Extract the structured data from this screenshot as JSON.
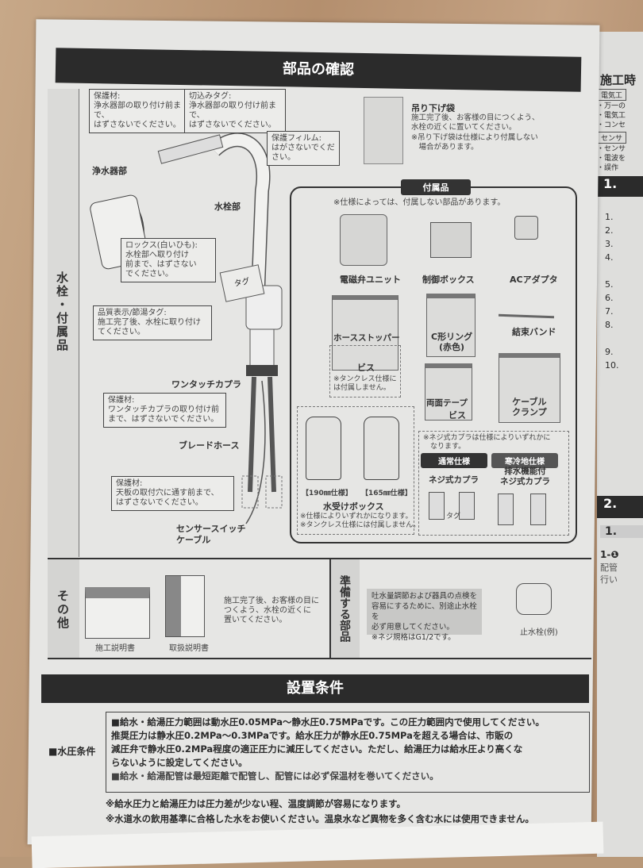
{
  "parts_check": {
    "title": "部品の確認",
    "side_label": "水栓・付属品",
    "callouts": {
      "protect_purifier": "保護材:\n浄水器部の取り付け前まで、\nはずさないでください。",
      "cut_tag": "切込みタグ:\n浄水器部の取り付け前まで、\nはずさないでください。",
      "protect_film": "保護フィルム:\nはがさないでください。",
      "rocks": "ロックス(白いひも):\n水栓部へ取り付け\n前まで、はずさない\nでください。",
      "quality_tag": "品質表示/節湯タグ:\n施工完了後、水栓に取り付け\nてください。",
      "protect_coupler": "保護材:\nワンタッチカプラの取り付け前\nまで、はずさないでください。",
      "protect_hole": "保護材:\n天板の取付穴に通す前まで、\nはずさないでください。"
    },
    "labels": {
      "purifier": "浄水器部",
      "faucet": "水栓部",
      "tag": "タグ",
      "one_touch_coupler": "ワンタッチカプラ",
      "braided_hose": "ブレードホース",
      "sensor_cable": "センサースイッチ\nケーブル"
    },
    "hanging_bag": {
      "title": "吊り下げ袋",
      "text": "施工完了後、お客様の目につくよう、\n水栓の近くに置いてください。",
      "note": "※吊り下げ袋は仕様により付属しない\n　場合があります。"
    }
  },
  "accessories": {
    "title": "付属品",
    "note": "※仕様によっては、付属しない部品があります。",
    "items": {
      "solenoid": "電磁弁ユニット",
      "control_box": "制御ボックス",
      "ac_adapter": "ACアダプタ",
      "hose_stopper": "ホースストッパー",
      "screw": "ビス",
      "tankless_note": "※タンクレス仕様に\nは付属しません。",
      "c_ring": "C形リング\n(赤色)",
      "cable_tie": "結束バンド",
      "double_tape": "両面テープ",
      "screw2": "ビス",
      "cable_clamp": "ケーブル\nクランプ",
      "box_190": "【190㎜仕様】",
      "box_165": "【165㎜仕様】",
      "water_box": "水受けボックス",
      "water_box_note": "※仕様によりいずれかになります。\n※タンクレス仕様には付属しません。",
      "coupler_note": "※ネジ式カプラは仕様によりいずれかに\n　なります。",
      "normal_spec": "通常仕様",
      "cold_spec": "寒冷地仕様",
      "screw_coupler": "ネジ式カプラ",
      "drain_coupler": "排水機能付\nネジ式カプラ",
      "tag": "タグ"
    }
  },
  "other": {
    "side_label": "その他",
    "install_manual": "施工説明書",
    "user_manual": "取扱説明書",
    "note": "施工完了後、お客様の目に\nつくよう、水栓の近くに\n置いてください。"
  },
  "prepare": {
    "side_label": "準備する部品",
    "note": "吐水量調節および器具の点検を\n容易にするために、別途止水栓を\n必ず用意してください。\n※ネジ規格はG1/2です。",
    "valve": "止水栓(例)"
  },
  "conditions": {
    "title": "設置条件",
    "label": "■水圧条件",
    "text1": "■給水・給湯圧力範囲は動水圧0.05MPa～静水圧0.75MPaです。この圧力範囲内で使用してください。\n推奨圧力は静水圧0.2MPa～0.3MPaです。給水圧力が静水圧0.75MPaを超える場合は、市販の\n減圧弁で静水圧0.2MPa程度の適正圧力に減圧してください。ただし、給湯圧力は給水圧より高くな\nらないように設定してください。",
    "text2": "■給水・給湯配管は最短距離で配管し、配管には必ず保温材を巻いてください。",
    "note1": "※給水圧力と給湯圧力は圧力差が少ない程、温度調節が容易になります。",
    "note2": "※水道水の飲用基準に合格した水をお使いください。温泉水など異物を多く含む水には使用できません。"
  },
  "right_page": {
    "title": "施工時",
    "box1": "電気工",
    "lines1": [
      "・万一の",
      "・電気工",
      "・コンセ"
    ],
    "box2": "センサ",
    "lines2": [
      "・センサ",
      "・電波を",
      "・誤作"
    ],
    "section1": "1.",
    "steps": [
      "1.",
      "2.",
      "3.",
      "4.",
      "5.",
      "6.",
      "7.",
      "8.",
      "9.",
      "10."
    ],
    "section2": "2.",
    "sub": "1.",
    "sub2": "1-❶",
    "text": [
      "配管",
      "行い"
    ]
  }
}
